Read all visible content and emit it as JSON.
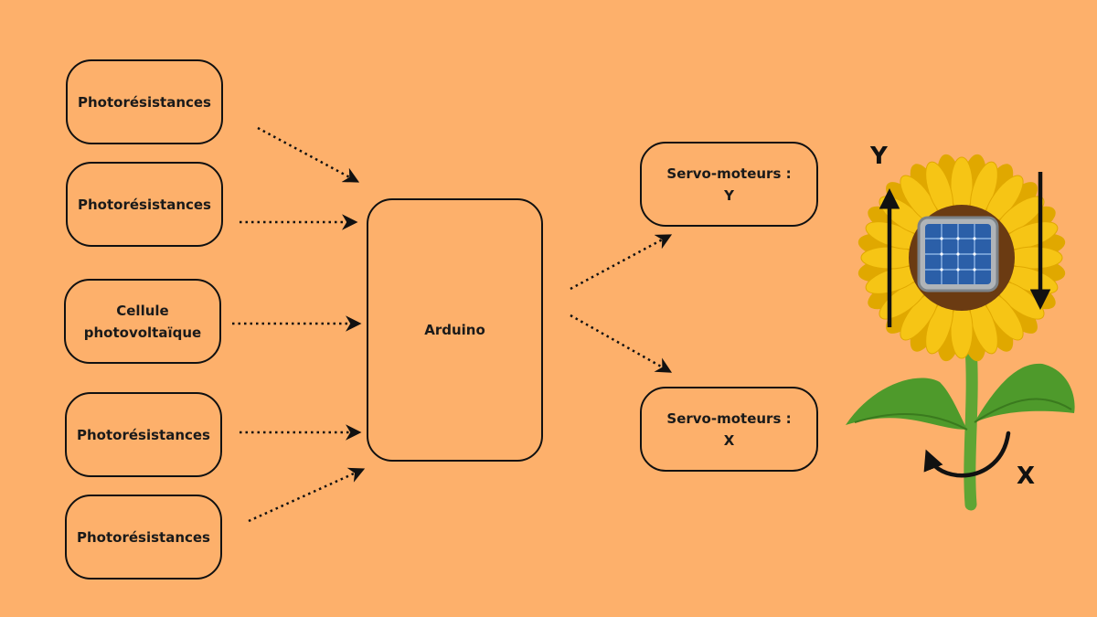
{
  "background": "#FDB06B",
  "inputs": [
    {
      "lines": [
        "Photorésistances"
      ]
    },
    {
      "lines": [
        "Photorésistances"
      ]
    },
    {
      "lines": [
        "Cellule",
        "photovoltaïque"
      ]
    },
    {
      "lines": [
        "Photorésistances"
      ]
    },
    {
      "lines": [
        "Photorésistances"
      ]
    }
  ],
  "controller": {
    "label": "Arduino"
  },
  "outputs": [
    {
      "lines": [
        "Servo-moteurs :",
        "Y"
      ]
    },
    {
      "lines": [
        "Servo-moteurs :",
        "X"
      ]
    }
  ],
  "sunflower": {
    "axis_y_label": "Y",
    "axis_x_label": "X",
    "icon": "sunflower-with-solar-panel",
    "colors": {
      "petal": "#F6C515",
      "petal_dark": "#E0A800",
      "center": "#6B3B12",
      "panel": "#2B5FA8",
      "stem": "#5FA534",
      "leaf": "#4E9A2B"
    }
  }
}
